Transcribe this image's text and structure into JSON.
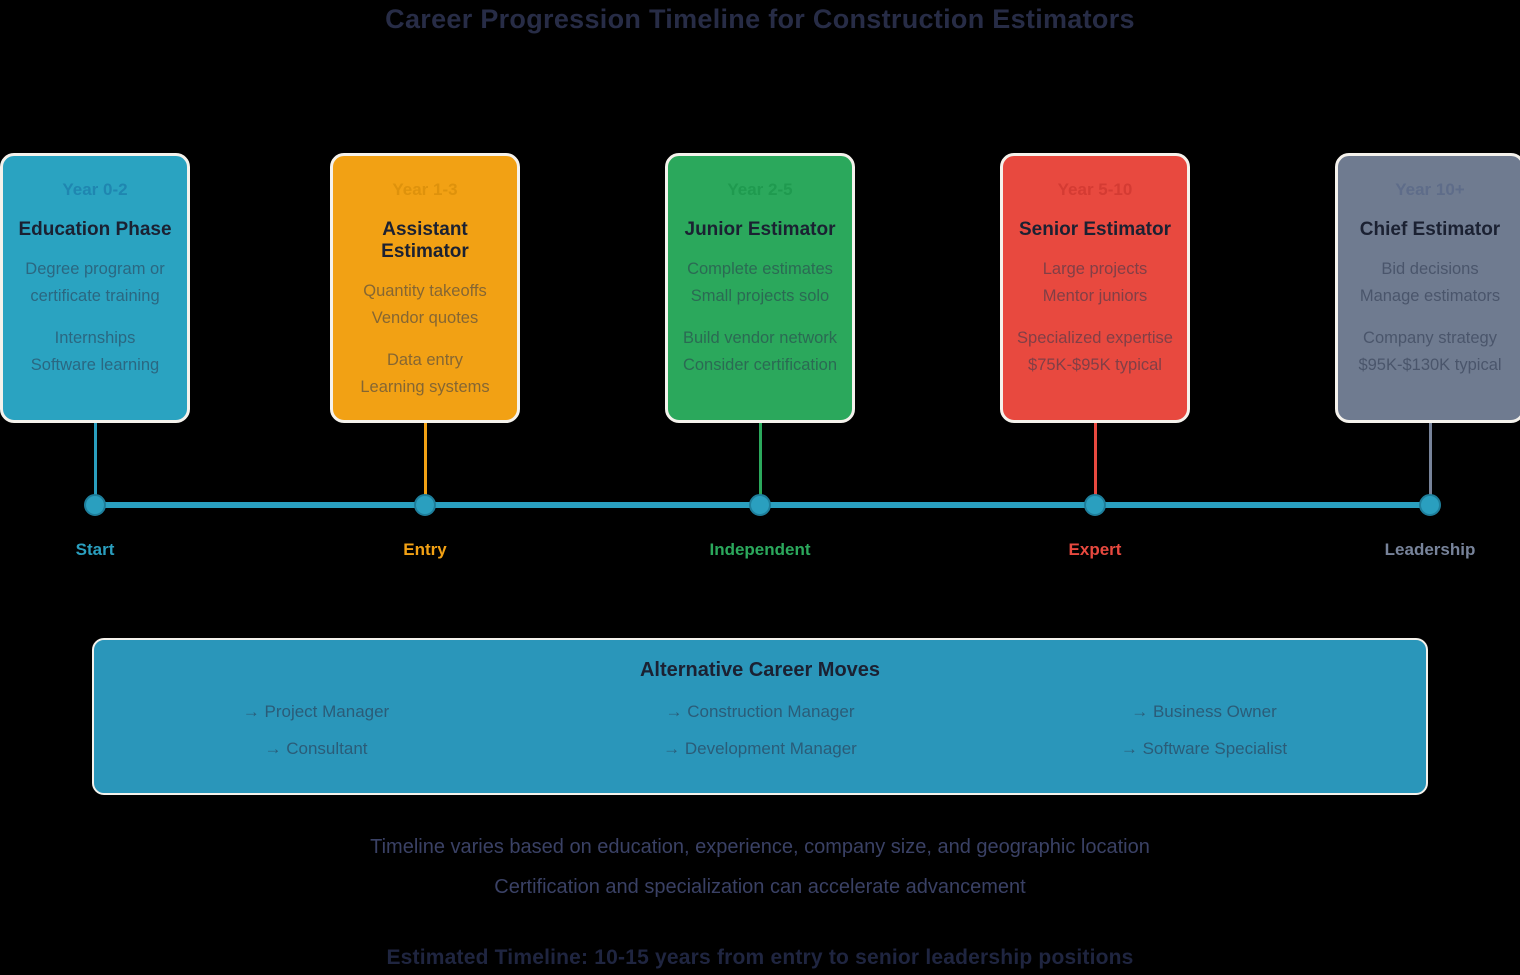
{
  "title": "Career Progression Timeline for Construction Estimators",
  "stages": [
    {
      "period": "Year 0-2",
      "title": "Education Phase",
      "body1": [
        "Degree program or certificate training"
      ],
      "body2": [
        "Internships",
        "Software learning"
      ],
      "color": "#2AA3C1",
      "period_color": "#1F86B0",
      "milestone": {
        "label": "Start",
        "color": "#2A9FBF"
      }
    },
    {
      "period": "Year 1-3",
      "title": "Assistant Estimator",
      "body1": [
        "Quantity takeoffs",
        "Vendor quotes"
      ],
      "body2": [
        "Data entry",
        "Learning systems"
      ],
      "color": "#F2A114",
      "period_color": "#DE920C",
      "milestone": {
        "label": "Entry",
        "color": "#F2A114"
      }
    },
    {
      "period": "Year 2-5",
      "title": "Junior Estimator",
      "body1": [
        "Complete estimates",
        "Small projects solo"
      ],
      "body2": [
        "Build vendor network",
        "Consider certification"
      ],
      "color": "#2BA85C",
      "period_color": "#1F9A4F",
      "milestone": {
        "label": "Independent",
        "color": "#2BA85C"
      }
    },
    {
      "period": "Year 5-10",
      "title": "Senior Estimator",
      "body1": [
        "Large projects",
        "Mentor juniors"
      ],
      "body2": [
        "Specialized expertise",
        "$75K-$95K typical"
      ],
      "color": "#E8493F",
      "period_color": "#D43B33",
      "milestone": {
        "label": "Expert",
        "color": "#E8493F"
      }
    },
    {
      "period": "Year 10+",
      "title": "Chief Estimator",
      "body1": [
        "Bid decisions",
        "Manage estimators"
      ],
      "body2": [
        "Company strategy",
        "$95K-$130K typical"
      ],
      "color": "#6F7B90",
      "period_color": "#5E6C89",
      "milestone": {
        "label": "Leadership",
        "color": "#77839A"
      }
    }
  ],
  "alternative": {
    "title": "Alternative Career Moves",
    "arrow": "→",
    "items": [
      "Project Manager",
      "Construction Manager",
      "Business Owner",
      "Consultant",
      "Development Manager",
      "Software Specialist"
    ]
  },
  "notes": [
    "Timeline varies based on education, experience, company size, and geographic location",
    "Certification and specialization can accelerate advancement"
  ],
  "bottom_line": "Estimated Timeline: 10-15 years from entry to senior leadership positions",
  "palette": {
    "background": "#000000",
    "timeline": "#2A9FBF",
    "card_border": "#F5F2EC",
    "title_text": "#272C46",
    "card_title_text": "#1B2132",
    "note_text": "#3A4165",
    "bottom_text": "#1F2540"
  }
}
